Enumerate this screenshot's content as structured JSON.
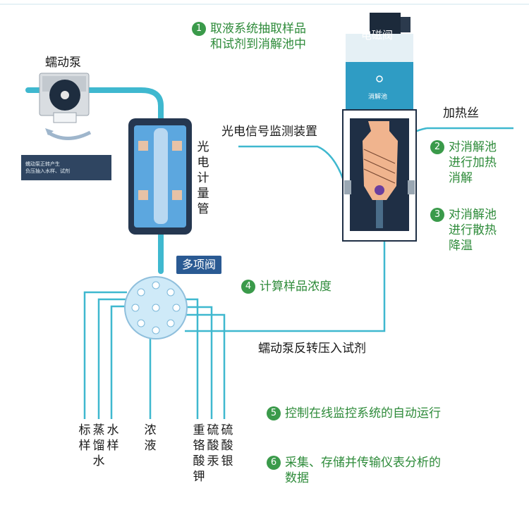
{
  "labels": {
    "peristaltic_pump": "蠕动泵",
    "photometric_tube_vertical": "光电计量管",
    "photo_signal_monitor": "光电信号监测装置",
    "solenoid_valve": "电磁阀",
    "digestion_cell": "消解池",
    "heating_wire": "加热丝",
    "multi_valve": "多项阀",
    "pump_reverse": "蠕动泵反转压入试剂",
    "pump_note": "蠕动泵正转产生\n负压抽入水样、试剂"
  },
  "steps": [
    {
      "num": "1",
      "text": "取液系统抽取样品\n和试剂到消解池中"
    },
    {
      "num": "2",
      "text": "对消解池\n进行加热\n消解"
    },
    {
      "num": "3",
      "text": "对消解池\n进行散热\n降温"
    },
    {
      "num": "4",
      "text": "计算样品浓度"
    },
    {
      "num": "5",
      "text": "控制在线监控系统的自动运行"
    },
    {
      "num": "6",
      "text": "采集、存储并传输仪表分析的\n数据"
    }
  ],
  "reagents": [
    {
      "id": "standard-sample",
      "text": "标样"
    },
    {
      "id": "distilled-water",
      "text": "蒸馏水"
    },
    {
      "id": "water-sample",
      "text": "水样"
    },
    {
      "id": "concentrate",
      "text": "浓液"
    },
    {
      "id": "potassium-dichromate",
      "text": "重铬酸钾"
    },
    {
      "id": "sulfuric-acid-mercury",
      "text": "硫酸汞"
    },
    {
      "id": "sulfuric-acid-silver",
      "text": "硫酸银"
    }
  ],
  "colors": {
    "pipe": "#3fb8cf",
    "step_green": "#2e8b3a",
    "step_badge": "#3a9a4a",
    "tag_blue": "#2a5a93",
    "device_dark": "#1f2f45"
  }
}
